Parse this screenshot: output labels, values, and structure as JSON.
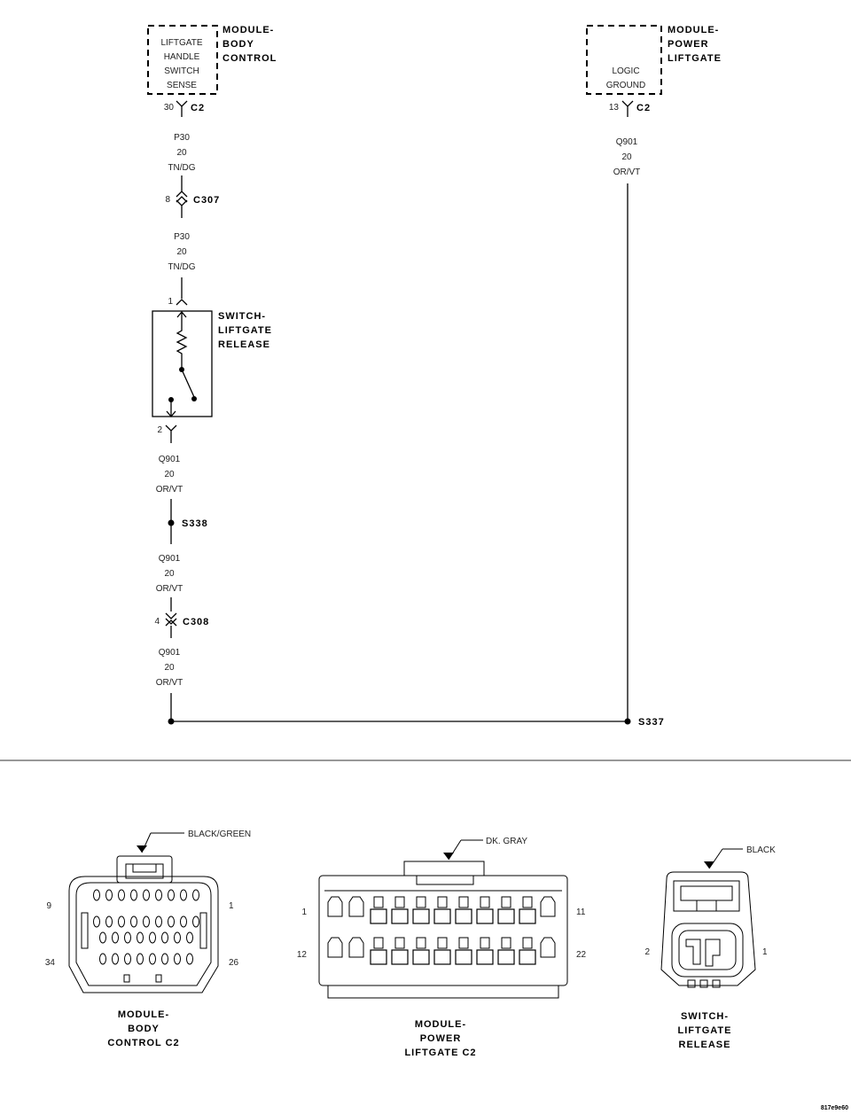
{
  "bcm": {
    "inner": [
      "LIFTGATE",
      "HANDLE",
      "SWITCH",
      "SENSE"
    ],
    "title": [
      "MODULE-",
      "BODY",
      "CONTROL"
    ],
    "pin": "30",
    "conn": "C2"
  },
  "plg": {
    "inner": [
      "LOGIC",
      "GROUND"
    ],
    "title": [
      "MODULE-",
      "POWER",
      "LIFTGATE"
    ],
    "pin": "13",
    "conn": "C2"
  },
  "wires": {
    "p30": [
      "P30",
      "20",
      "TN/DG"
    ],
    "q901": [
      "Q901",
      "20",
      "OR/VT"
    ]
  },
  "c307": {
    "name": "C307",
    "pin": "8"
  },
  "c308": {
    "name": "C308",
    "pin": "4"
  },
  "s338": "S338",
  "s337": "S337",
  "sw": {
    "title": [
      "SWITCH-",
      "LIFTGATE",
      "RELEASE"
    ],
    "pin_top": "1",
    "pin_bot": "2"
  },
  "connectors": {
    "bcm_c2": {
      "color": "BLACK/GREEN",
      "pins": [
        "9",
        "1",
        "34",
        "26"
      ],
      "title": [
        "MODULE-",
        "BODY",
        "CONTROL C2"
      ]
    },
    "plg_c2": {
      "color": "DK. GRAY",
      "pins": [
        "1",
        "11",
        "12",
        "22"
      ],
      "title": [
        "MODULE-",
        "POWER",
        "LIFTGATE C2"
      ]
    },
    "sw": {
      "color": "BLACK",
      "pins": [
        "2",
        "1"
      ],
      "title": [
        "SWITCH-",
        "LIFTGATE",
        "RELEASE"
      ]
    }
  },
  "figure_id": "817e9e60"
}
